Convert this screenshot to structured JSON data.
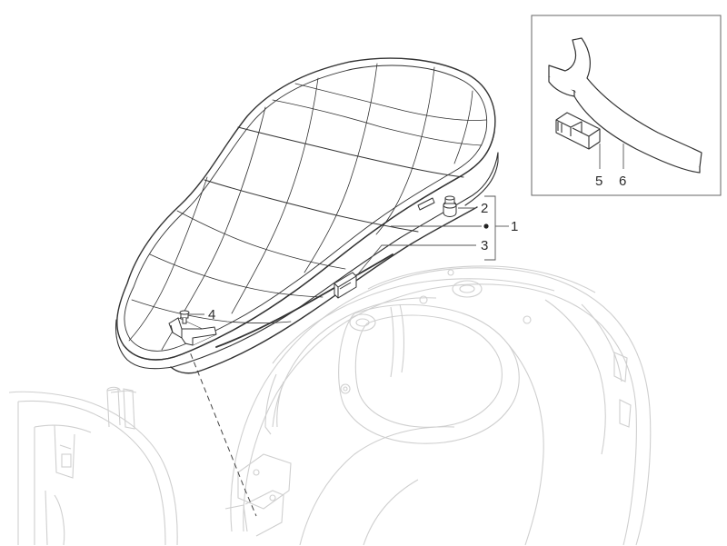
{
  "callouts": {
    "c1": "1",
    "c2": "2",
    "c3": "3",
    "c4": "4",
    "c5": "5",
    "c6": "6"
  },
  "colors": {
    "outline": "#333333",
    "ghost": "#c9c9c9",
    "leader": "#555555",
    "highlight": "#e5e5e5"
  }
}
